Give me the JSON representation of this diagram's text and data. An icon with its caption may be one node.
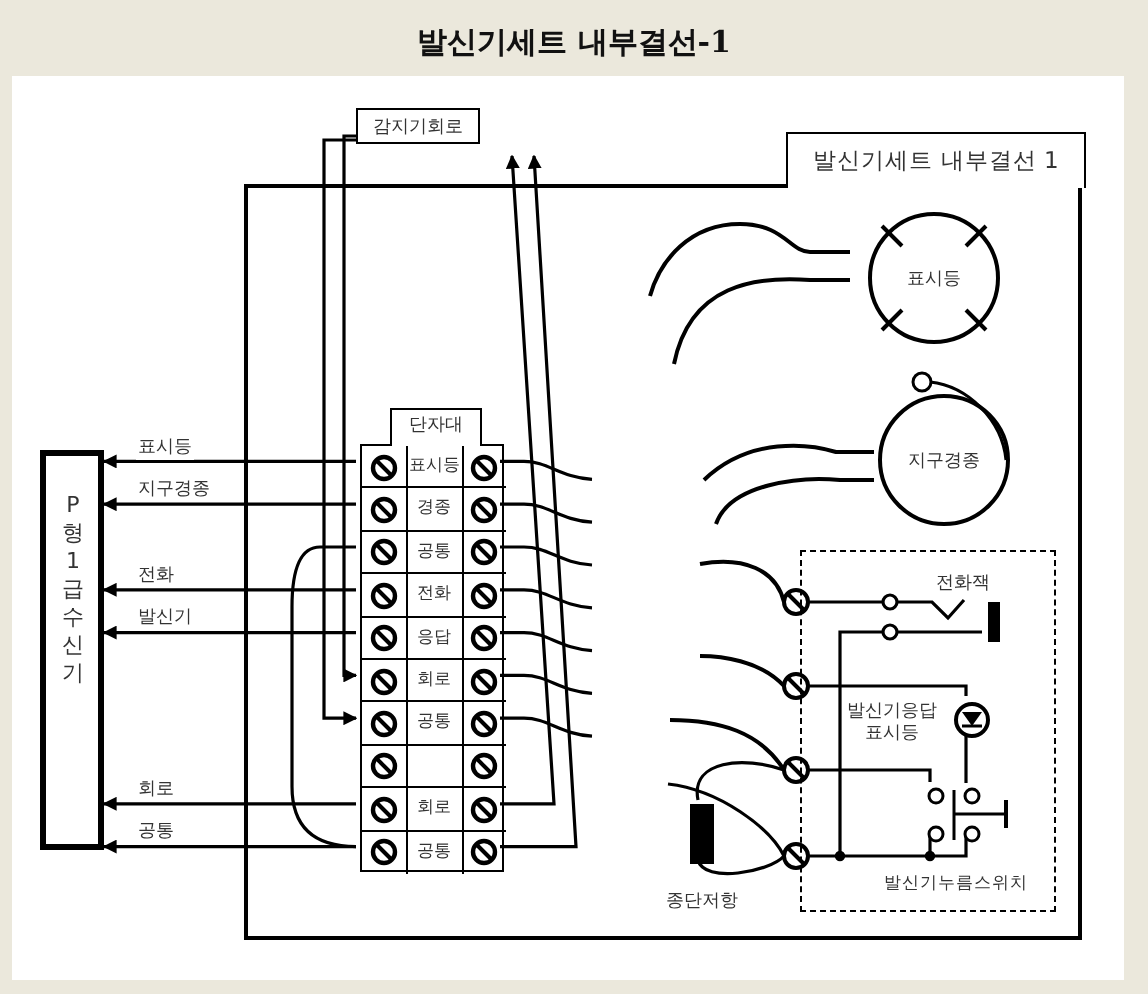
{
  "diagram": {
    "title": "발신기세트 내부결선-1",
    "nodes": [
      {
        "text": [
          "P형 1급 수신기"
        ]
      },
      {
        "text": [
          "감지기회로"
        ]
      },
      {
        "text": [
          "발신기세트 내부결선 1"
        ]
      },
      {
        "text": [
          "단자대"
        ],
        "in": 2
      },
      {
        "text": [
          "표시등"
        ],
        "in": 3
      },
      {
        "text": [
          "경종"
        ],
        "in": 3
      },
      {
        "text": [
          "공통"
        ],
        "in": 3
      },
      {
        "text": [
          "전화"
        ],
        "in": 3
      },
      {
        "text": [
          "응답"
        ],
        "in": 3
      },
      {
        "text": [
          "회로"
        ],
        "in": 3
      },
      {
        "text": [
          "공통"
        ],
        "in": 3
      },
      {
        "text": [],
        "shape": "box",
        "in": 3
      },
      {
        "text": [
          "회로"
        ],
        "in": 3
      },
      {
        "text": [
          "공통"
        ],
        "in": 3
      },
      {
        "text": [
          "표시등"
        ],
        "in": 2
      },
      {
        "text": [
          "지구경종"
        ],
        "in": 2
      },
      {
        "text": [],
        "shape": "box",
        "in": 2
      },
      {
        "text": [
          "전화잭"
        ],
        "in": 16
      },
      {
        "text": [
          "발신기응답표시등"
        ],
        "in": 16
      },
      {
        "text": [
          "발신기누름스위치"
        ],
        "in": 16
      },
      {
        "text": [
          "종단저항"
        ],
        "in": 2
      }
    ],
    "edges": [
      {
        "from": 4,
        "to": 0,
        "arrow": "to",
        "label": "표시등"
      },
      {
        "from": 5,
        "to": 0,
        "arrow": "to",
        "label": "지구경종"
      },
      {
        "from": 7,
        "to": 0,
        "arrow": "to",
        "label": "전화"
      },
      {
        "from": 8,
        "to": 0,
        "arrow": "to",
        "label": "발신기"
      },
      {
        "from": 12,
        "to": 0,
        "arrow": "to",
        "label": "회로"
      },
      {
        "from": 13,
        "to": 0,
        "arrow": "to",
        "label": "공통"
      },
      {
        "from": 6,
        "to": 13,
        "arrow": "none"
      },
      {
        "from": 1,
        "to": 9,
        "arrow": "to"
      },
      {
        "from": 1,
        "to": 10,
        "arrow": "to"
      },
      {
        "from": 12,
        "to": null,
        "arrow": "to"
      },
      {
        "from": 13,
        "to": null,
        "arrow": "to"
      },
      {
        "from": 18,
        "to": 19,
        "arrow": "none"
      }
    ]
  }
}
